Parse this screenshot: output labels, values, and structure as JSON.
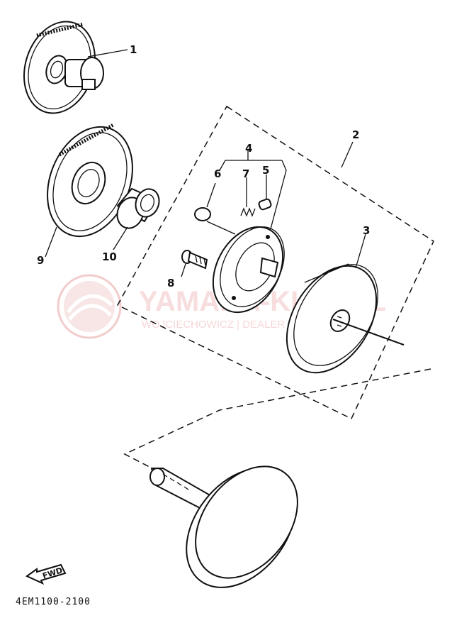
{
  "diagram": {
    "callouts": [
      {
        "id": "1",
        "text": "1"
      },
      {
        "id": "2",
        "text": "2"
      },
      {
        "id": "3",
        "text": "3"
      },
      {
        "id": "4",
        "text": "4"
      },
      {
        "id": "5",
        "text": "5"
      },
      {
        "id": "6",
        "text": "6"
      },
      {
        "id": "7",
        "text": "7"
      },
      {
        "id": "8",
        "text": "8"
      },
      {
        "id": "9",
        "text": "9"
      },
      {
        "id": "10",
        "text": "10"
      }
    ],
    "fwd_label": "FWD",
    "diagram_code": "4EM1100-2100"
  },
  "watermark": {
    "brand": "YAMAHA-KLEP.PL",
    "tagline": "WOJCIECHOWICZ | DEALER YAMAHA",
    "color": "#e8a3a3"
  }
}
